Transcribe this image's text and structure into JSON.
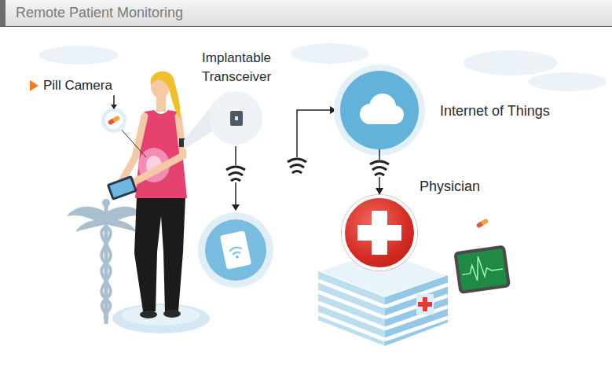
{
  "diagram": {
    "title": "Remote Patient Monitoring",
    "nodes": [
      {
        "text": [
          "Implantable Transceiver"
        ]
      },
      {
        "text": [
          "Internet of Things"
        ]
      },
      {
        "text": [
          "Physician"
        ]
      }
    ],
    "edges": [
      {
        "from": 1,
        "to": 2,
        "arrow": "to"
      }
    ],
    "labels": [
      "Pill Camera"
    ]
  }
}
